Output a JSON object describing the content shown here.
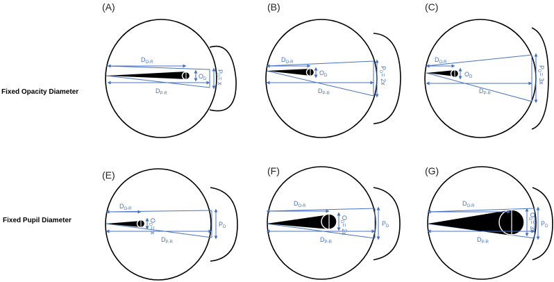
{
  "rows": {
    "top": "Fixed Opacity Diameter",
    "bottom": "Fixed Pupil Diameter"
  },
  "panels": [
    {
      "label": "(A)",
      "pupil": "P",
      "pupil_sub": "D",
      "pupil_eq": "= x",
      "od": "O",
      "od_sub": "D",
      "od_eq": ""
    },
    {
      "label": "(B)",
      "pupil": "P",
      "pupil_sub": "D",
      "pupil_eq": "= 2x",
      "od": "O",
      "od_sub": "D",
      "od_eq": ""
    },
    {
      "label": "(C)",
      "pupil": "P",
      "pupil_sub": "D",
      "pupil_eq": "= 3x",
      "od": "O",
      "od_sub": "D",
      "od_eq": ""
    },
    {
      "label": "(E)",
      "pupil": "P",
      "pupil_sub": "D",
      "pupil_eq": "",
      "od": "O",
      "od_sub": "D",
      "od_eq": "= x"
    },
    {
      "label": "(F)",
      "pupil": "P",
      "pupil_sub": "D",
      "pupil_eq": "",
      "od": "O",
      "od_sub": "D",
      "od_eq": "= 2x"
    },
    {
      "label": "(G)",
      "pupil": "P",
      "pupil_sub": "D",
      "pupil_eq": "",
      "od": "O",
      "od_sub": "D",
      "od_eq": "= 3x"
    }
  ],
  "dims": {
    "d_or": "D",
    "d_or_sub": "O-R",
    "d_pr": "D",
    "d_pr_sub": "P-R"
  },
  "colors": {
    "lines": "#4472c4",
    "eye": "#000000"
  }
}
